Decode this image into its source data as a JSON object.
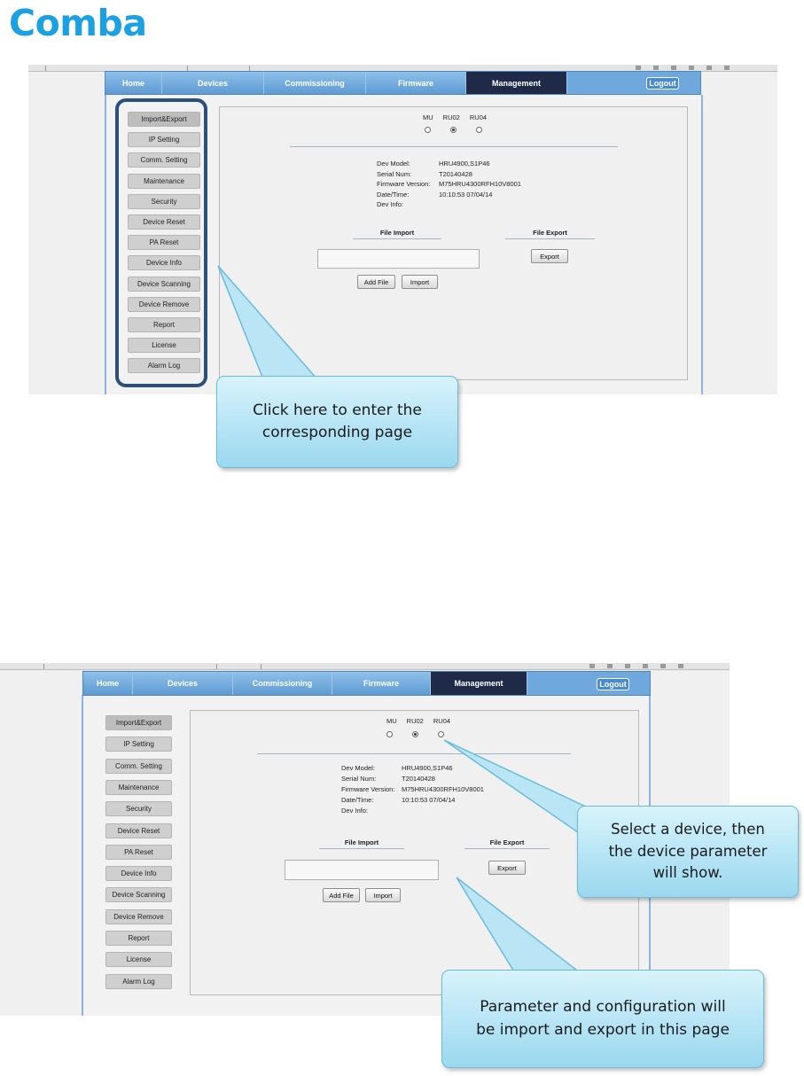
{
  "logo": {
    "text": "Comba"
  },
  "app": {
    "nav": [
      "Home",
      "Devices",
      "Commissioning",
      "Firmware",
      "Management"
    ],
    "active_nav": "Management",
    "logout_label": "Logout",
    "sidebar": [
      "Import&Export",
      "IP Setting",
      "Comm. Setting",
      "Maintenance",
      "Security",
      "Device Reset",
      "PA Reset",
      "Device Info",
      "Device Scanning",
      "Device Remove",
      "Report",
      "License",
      "Alarm Log"
    ],
    "active_sidebar": "Import&Export",
    "devices": [
      "MU",
      "RU02",
      "RU04"
    ],
    "selected_device": "RU02",
    "info": [
      {
        "label": "Dev Model:",
        "value": "HRU4900,S1P46"
      },
      {
        "label": "Serial Num:",
        "value": "T20140428"
      },
      {
        "label": "Firmware Version:",
        "value": "M75HRU4300RFH10V8001"
      },
      {
        "label": "Date/Time:",
        "value": "10:10:53 07/04/14"
      },
      {
        "label": "Dev Info:",
        "value": ""
      }
    ],
    "file_import_title": "File Import",
    "file_export_title": "File Export",
    "add_file_label": "Add File",
    "import_label": "Import",
    "export_label": "Export"
  },
  "callouts": {
    "top": [
      "Click here to enter the",
      "corresponding page"
    ],
    "select": [
      "Select a device, then",
      "the device parameter",
      "will show."
    ],
    "import_export": [
      "Parameter and configuration will",
      "be import and export in this page"
    ]
  },
  "colors": {
    "logo": "#1ba1e2",
    "nav": "#6fa8dc",
    "nav_active": "#1f2a48",
    "highlight_border": "#2c4f7c",
    "callout_fill": "#b9e5f5",
    "callout_border": "#6bbcd9"
  }
}
